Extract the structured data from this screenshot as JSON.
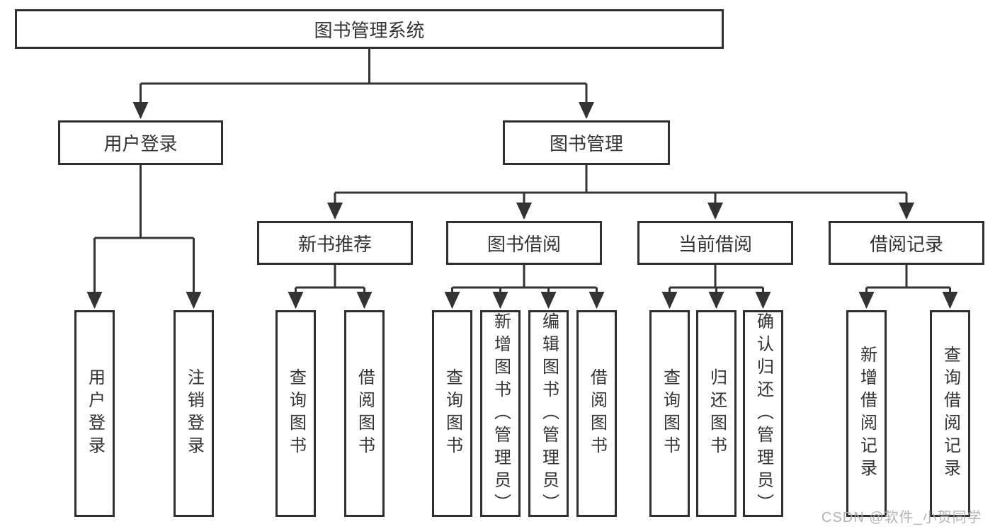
{
  "root": {
    "label": "图书管理系统"
  },
  "login": {
    "label": "用户登录",
    "children": [
      "用户登录",
      "注销登录"
    ]
  },
  "management": {
    "label": "图书管理",
    "groups": [
      {
        "label": "新书推荐",
        "children": [
          "查询图书",
          "借阅图书"
        ]
      },
      {
        "label": "图书借阅",
        "children": [
          "查询图书",
          "新增图书（管理员）",
          "编辑图书（管理员）",
          "借阅图书"
        ]
      },
      {
        "label": "当前借阅",
        "children": [
          "查询图书",
          "归还图书",
          "确认归还（管理员）"
        ]
      },
      {
        "label": "借阅记录",
        "children": [
          "新增借阅记录",
          "查询借阅记录"
        ]
      }
    ]
  },
  "watermark": "CSDN @软件_小贺同学",
  "colors": {
    "line": "#333333",
    "box_border": "#2f2f2f",
    "text": "#333333",
    "background": "#ffffff",
    "watermark": "#ababab"
  }
}
